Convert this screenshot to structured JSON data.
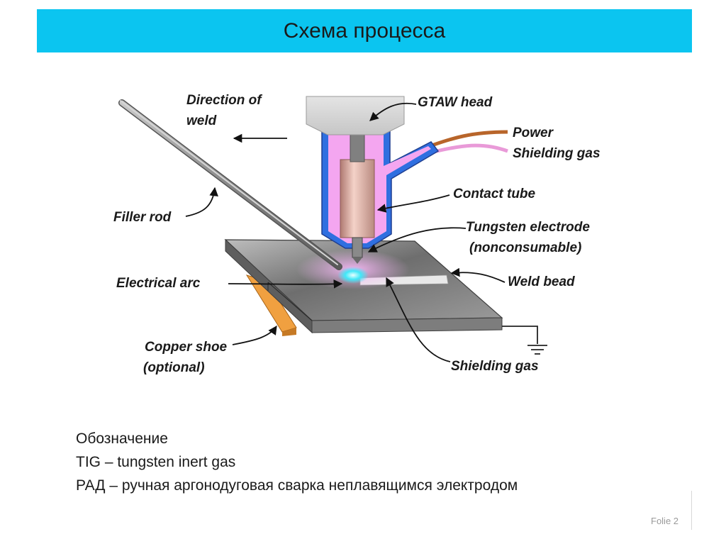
{
  "slide": {
    "title": "Схема процесса",
    "accent_color": "#0bc5f0",
    "folio": "Folie 2"
  },
  "diagram": {
    "labels": {
      "direction": [
        "Direction of",
        "weld"
      ],
      "gtaw_head": "GTAW head",
      "power": "Power",
      "shielding_gas_hose": "Shielding gas",
      "contact_tube": "Contact tube",
      "tungsten": [
        "Tungsten electrode",
        "(nonconsumable)"
      ],
      "filler_rod": "Filler rod",
      "electrical_arc": "Electrical arc",
      "weld_bead": "Weld bead",
      "copper_shoe": [
        "Copper shoe",
        "(optional)"
      ],
      "shielding_gas": "Shielding gas"
    },
    "colors": {
      "torch_outline": "#2f6fe0",
      "torch_gas": "#f4a6f0",
      "contact_tube": "#e7b3a8",
      "power_cable": "#b8652a",
      "gas_hose": "#e99ad8",
      "copper_shoe": "#f0a040",
      "arc": "#40e8f8",
      "workpiece": "#8a8a8a"
    }
  },
  "notes": {
    "heading": "Обозначение",
    "tig": "TIG – tungsten inert gas",
    "rad": "РАД – ручная аргонодуговая сварка неплавящимся электродом"
  }
}
